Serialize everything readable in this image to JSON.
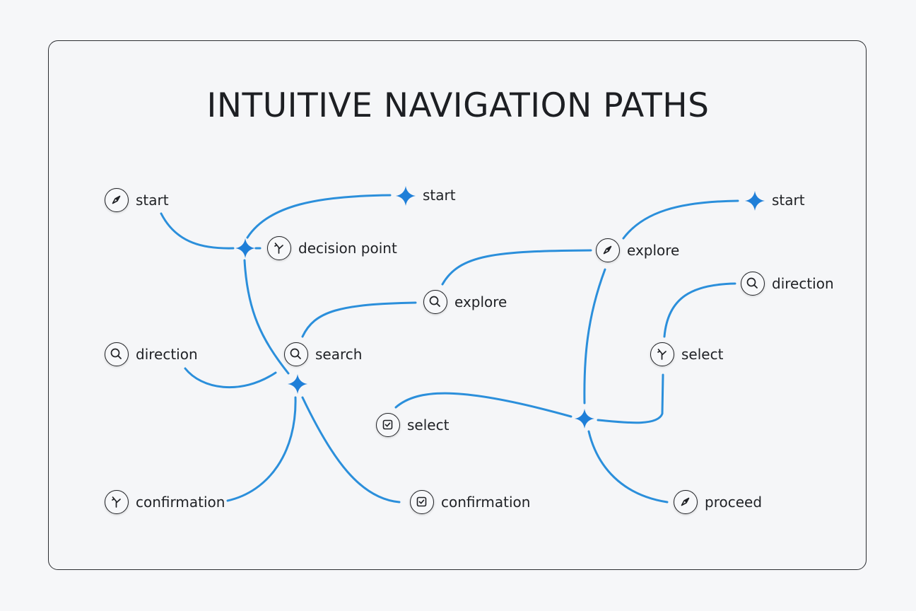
{
  "title": "INTUITIVE NAVIGATION PATHS",
  "colors": {
    "path": "#2b8fdb",
    "diamond": "#1f7fd8",
    "ink": "#1f2125"
  },
  "nodes": [
    {
      "id": "start-1",
      "label": "start",
      "icon": "compass-icon"
    },
    {
      "id": "start-2",
      "label": "start",
      "icon": "diamond"
    },
    {
      "id": "decision-point",
      "label": "decision point",
      "icon": "branch-icon"
    },
    {
      "id": "direction-1",
      "label": "direction",
      "icon": "search-icon"
    },
    {
      "id": "search",
      "label": "search",
      "icon": "search-icon"
    },
    {
      "id": "explore-1",
      "label": "explore",
      "icon": "search-icon"
    },
    {
      "id": "explore-2",
      "label": "explore",
      "icon": "compass-icon"
    },
    {
      "id": "start-3",
      "label": "start",
      "icon": "diamond"
    },
    {
      "id": "direction-2",
      "label": "direction",
      "icon": "search-icon"
    },
    {
      "id": "select-1",
      "label": "select",
      "icon": "branch-icon"
    },
    {
      "id": "select-2",
      "label": "select",
      "icon": "checkbox-icon"
    },
    {
      "id": "confirmation-1",
      "label": "confirmation",
      "icon": "branch-icon"
    },
    {
      "id": "confirmation-2",
      "label": "confirmation",
      "icon": "checkbox-icon"
    },
    {
      "id": "proceed",
      "label": "proceed",
      "icon": "compass-icon"
    }
  ]
}
